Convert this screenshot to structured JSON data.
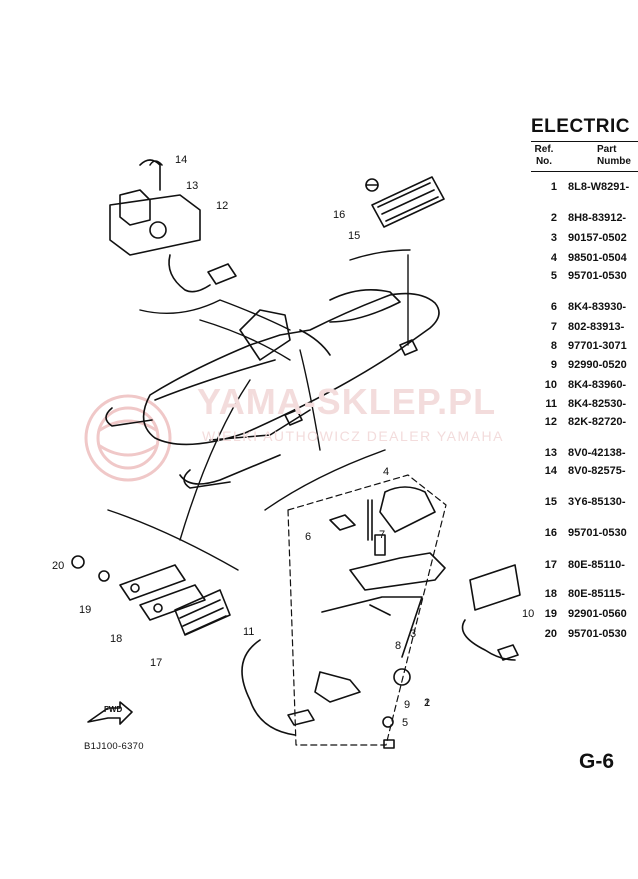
{
  "watermark": {
    "text": "YAMA-SKLEP.PL",
    "subtext": "WIELKI AUTHOWICZ DEALER YAMAHA"
  },
  "table": {
    "title": "ELECTRIC",
    "col_ref": "Ref.\nNo.",
    "col_part": "Part\nNumbe",
    "rows": [
      {
        "ref": "1",
        "part": "8L8-W8291-"
      },
      {
        "ref": "2",
        "part": "8H8-83912-"
      },
      {
        "ref": "3",
        "part": "90157-0502"
      },
      {
        "ref": "4",
        "part": "98501-0504"
      },
      {
        "ref": "5",
        "part": "95701-0530"
      },
      {
        "ref": "6",
        "part": "8K4-83930-"
      },
      {
        "ref": "7",
        "part": "802-83913-"
      },
      {
        "ref": "8",
        "part": "97701-3071"
      },
      {
        "ref": "9",
        "part": "92990-0520"
      },
      {
        "ref": "10",
        "part": "8K4-83960-"
      },
      {
        "ref": "11",
        "part": "8K4-82530-"
      },
      {
        "ref": "12",
        "part": "82K-82720-"
      },
      {
        "ref": "13",
        "part": "8V0-42138-"
      },
      {
        "ref": "14",
        "part": "8V0-82575-"
      },
      {
        "ref": "15",
        "part": "3Y6-85130-"
      },
      {
        "ref": "16",
        "part": "95701-0530"
      },
      {
        "ref": "17",
        "part": "80E-85110-"
      },
      {
        "ref": "18",
        "part": "80E-85115-"
      },
      {
        "ref": "19",
        "part": "92901-0560"
      },
      {
        "ref": "20",
        "part": "95701-0530"
      }
    ]
  },
  "callouts": {
    "c1": "1",
    "c2": "2",
    "c3": "3",
    "c4": "4",
    "c5": "5",
    "c6": "6",
    "c7": "7",
    "c8": "8",
    "c9": "9",
    "c10": "10",
    "c11": "11",
    "c12": "12",
    "c13": "13",
    "c14": "14",
    "c15": "15",
    "c16": "16",
    "c17": "17",
    "c18": "18",
    "c19": "19",
    "c20": "20"
  },
  "fwd_label": "FWD",
  "diagram_code": "B1J100-6370",
  "page_code": "G-6",
  "colors": {
    "ink": "#111111",
    "watermark": "#e8b8b8"
  }
}
